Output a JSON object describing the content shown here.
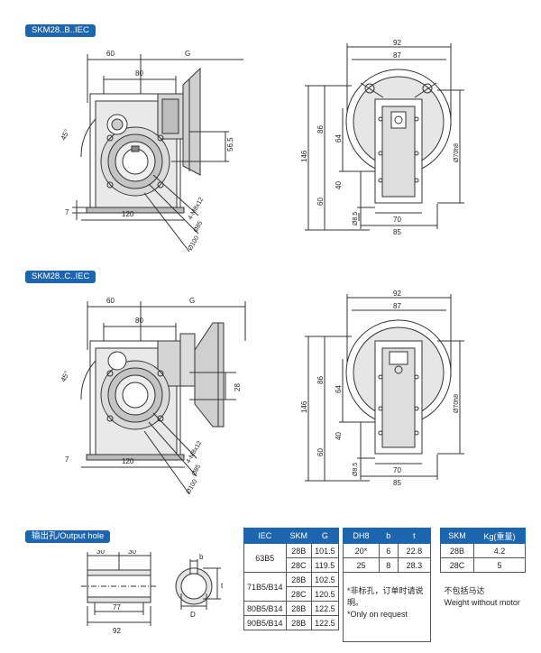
{
  "sections": {
    "b_title": "SKM28..B..IEC",
    "c_title": "SKM28..C..IEC",
    "output_title": "输出孔/Output hole"
  },
  "dims": {
    "d60": "60",
    "dG": "G",
    "d80": "80",
    "d565": "56.5",
    "d45": "45°",
    "d7": "7",
    "d120": "120",
    "d4m8": "4-M8x12",
    "d85dia": "Ø85",
    "d100dia": "Ø100",
    "d92": "92",
    "d87": "87",
    "d146": "146",
    "d86": "86",
    "d64": "64",
    "d40": "40",
    "d60v": "60",
    "d70dia": "Ø70h8",
    "d85": "85",
    "d70": "70",
    "d85r": "Ø8.5",
    "d28": "28",
    "o30a": "30",
    "o30b": "30",
    "o77": "77",
    "o92": "92",
    "ob": "b",
    "ot": "t",
    "oD": "D"
  },
  "table1": {
    "headers": [
      "IEC",
      "SKM",
      "G"
    ],
    "groups": [
      {
        "iec": "63B5",
        "rows": [
          [
            "28B",
            "101.5"
          ],
          [
            "28C",
            "119.5"
          ]
        ]
      },
      {
        "iec": "71B5/B14",
        "rows": [
          [
            "28B",
            "102.5"
          ],
          [
            "28C",
            "120.5"
          ]
        ]
      },
      {
        "iec": "80B5/B14",
        "rows": [
          [
            "28B",
            "122.5"
          ]
        ]
      },
      {
        "iec": "90B5/B14",
        "rows": [
          [
            "28B",
            "122.5"
          ]
        ]
      }
    ]
  },
  "table2": {
    "headers": [
      "DH8",
      "b",
      "t"
    ],
    "rows": [
      [
        "20*",
        "6",
        "22.8"
      ],
      [
        "25",
        "8",
        "28.3"
      ]
    ],
    "note_cn": "*非标孔，订单时请说明。",
    "note_en": "*Only on request"
  },
  "table3": {
    "headers": [
      "SKM",
      "Kg(重量)"
    ],
    "rows": [
      [
        "28B",
        "4.2"
      ],
      [
        "28C",
        "5"
      ]
    ],
    "note_cn": "不包括马达",
    "note_en": "Weight without motor"
  }
}
